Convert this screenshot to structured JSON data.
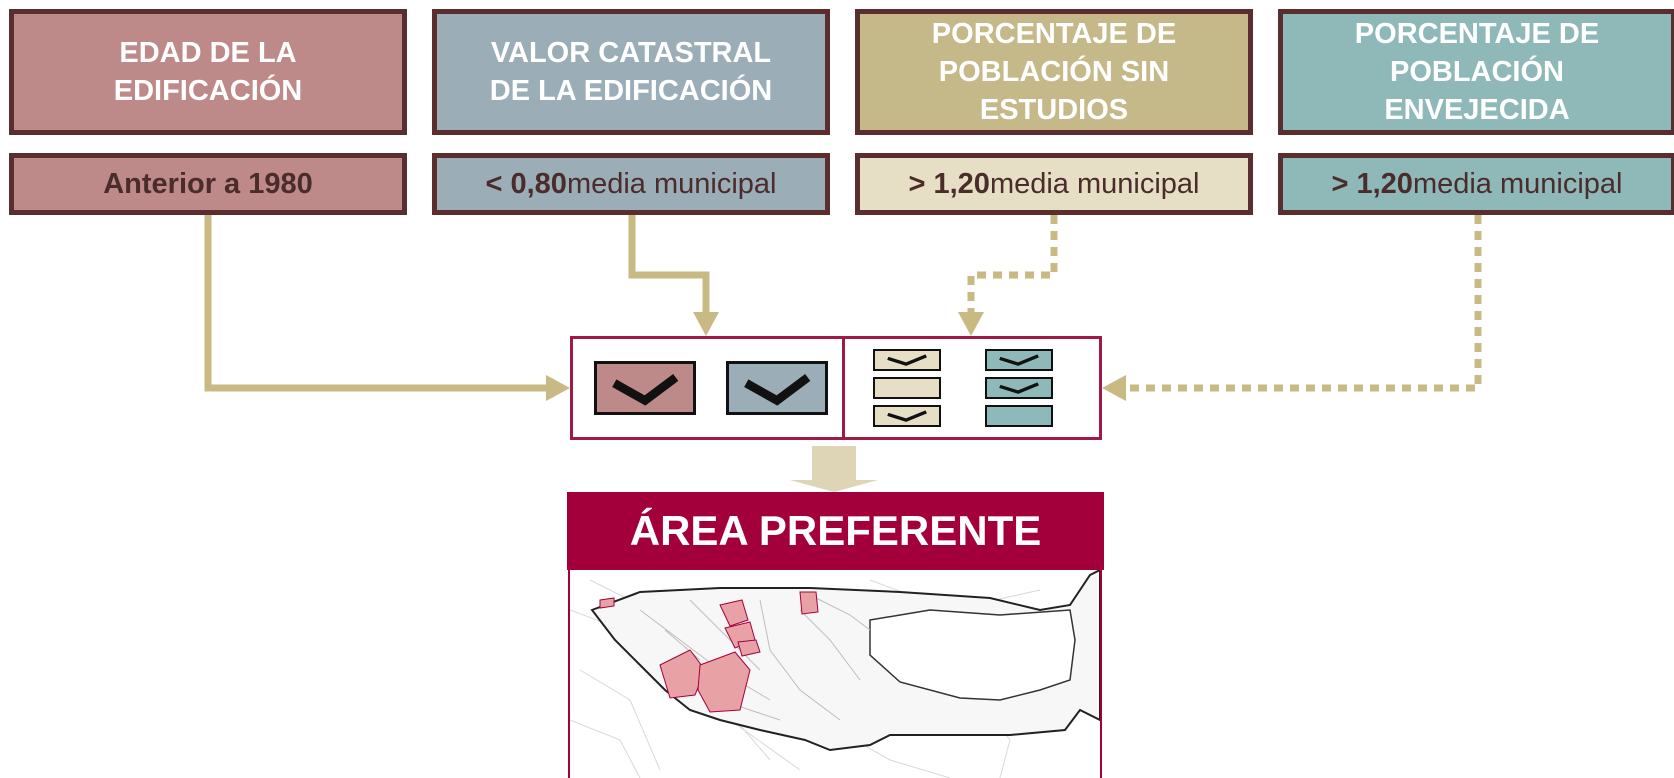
{
  "factors": [
    {
      "title": "EDAD DE LA\nEDIFICACIÓN",
      "criterion_strong": "Anterior a 1980",
      "criterion_rest": "",
      "color": "#be8a89",
      "criterion_color": "#be8a89"
    },
    {
      "title": "VALOR CATASTRAL\nDE LA EDIFICACIÓN",
      "criterion_strong": "< 0,80",
      "criterion_rest": " media municipal",
      "color": "#9badb7",
      "criterion_color": "#9badb7"
    },
    {
      "title": "PORCENTAJE DE\nPOBLACIÓN SIN\nESTUDIOS",
      "criterion_strong": "> 1,20",
      "criterion_rest": " media municipal",
      "color": "#c5b98a",
      "criterion_color": "#e6dfc5"
    },
    {
      "title": "PORCENTAJE DE\nPOBLACIÓN\nENVEJECIDA",
      "criterion_strong": "> 1,20",
      "criterion_rest": " media municipal",
      "color": "#8fb9b9",
      "criterion_color": "#8fb9b9"
    }
  ],
  "result": {
    "title": "ÁREA PREFERENTE"
  },
  "colors": {
    "border": "#5a2e2e",
    "accent": "#a3003b",
    "connector": "#c8ba82",
    "arrow_down": "#ddd5b6"
  },
  "icons": {
    "check": "check-mark-icon",
    "map": "district-map-image"
  }
}
